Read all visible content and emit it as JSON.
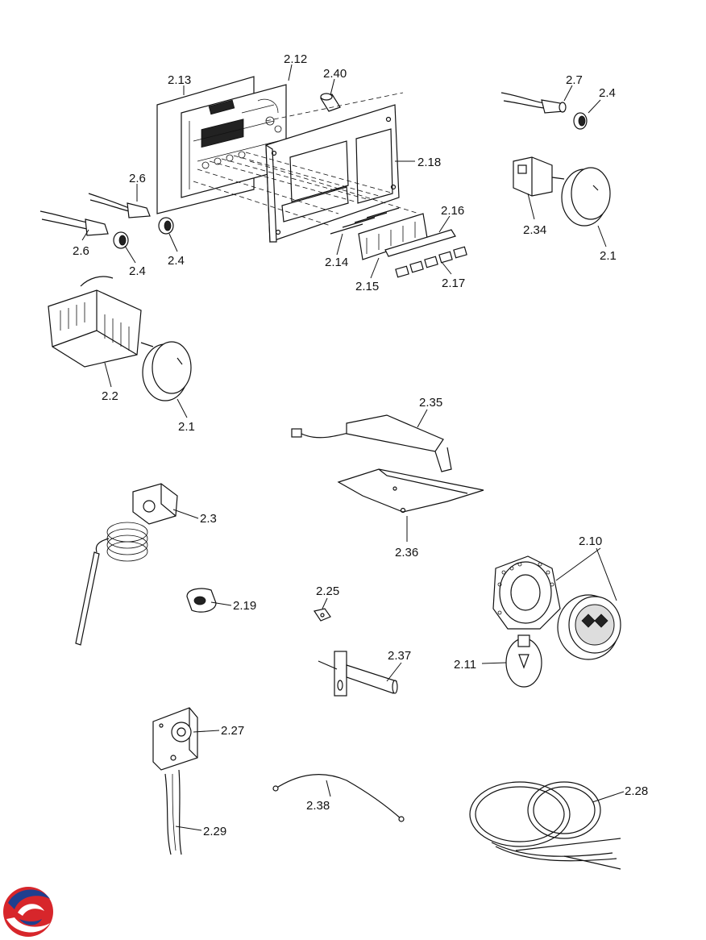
{
  "labels": {
    "p2_13": "2.13",
    "p2_12": "2.12",
    "p2_40": "2.40",
    "p2_18": "2.18",
    "p2_16": "2.16",
    "p2_14": "2.14",
    "p2_15": "2.15",
    "p2_17": "2.17",
    "p2_7": "2.7",
    "p2_4_top": "2.4",
    "p2_34": "2.34",
    "p2_1_top": "2.1",
    "p2_6_a": "2.6",
    "p2_6_b": "2.6",
    "p2_4_a": "2.4",
    "p2_4_b": "2.4",
    "p2_2": "2.2",
    "p2_1_mid": "2.1",
    "p2_35": "2.35",
    "p2_36": "2.36",
    "p2_3": "2.3",
    "p2_10": "2.10",
    "p2_19": "2.19",
    "p2_25": "2.25",
    "p2_37": "2.37",
    "p2_11": "2.11",
    "p2_27": "2.27",
    "p2_29": "2.29",
    "p2_38": "2.38",
    "p2_28": "2.28"
  },
  "colors": {
    "logo_red": "#d7262b",
    "logo_blue": "#1f3f8f",
    "line": "#111111"
  }
}
